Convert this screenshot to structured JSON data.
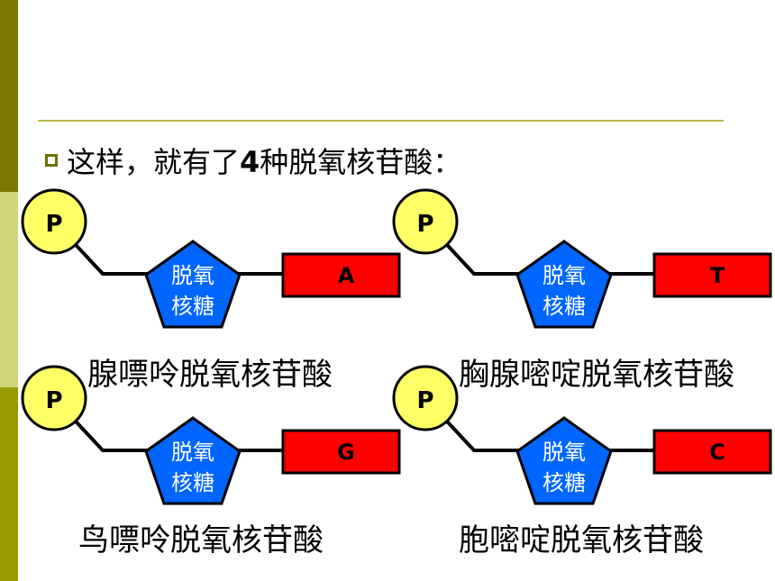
{
  "heading": {
    "prefix": "这样，就有了",
    "number": "4",
    "suffix": "种脱氧核苷酸："
  },
  "colors": {
    "phosphate_fill": "#ffff66",
    "sugar_fill": "#0066ff",
    "base_fill": "#ff0000",
    "sidebar_dark": "#7a7a00",
    "sidebar_light": "#d1d67a",
    "rule": "#b8b84a"
  },
  "nucleotides": [
    {
      "phosphate": "P",
      "sugar_line1": "脱氧",
      "sugar_line2": "核糖",
      "base": "A",
      "name": "腺嘌呤脱氧核苷酸"
    },
    {
      "phosphate": "P",
      "sugar_line1": "脱氧",
      "sugar_line2": "核糖",
      "base": "T",
      "name": "胸腺嘧啶脱氧核苷酸"
    },
    {
      "phosphate": "P",
      "sugar_line1": "脱氧",
      "sugar_line2": "核糖",
      "base": "G",
      "name": "鸟嘌呤脱氧核苷酸"
    },
    {
      "phosphate": "P",
      "sugar_line1": "脱氧",
      "sugar_line2": "核糖",
      "base": "C",
      "name": "胞嘧啶脱氧核苷酸"
    }
  ]
}
